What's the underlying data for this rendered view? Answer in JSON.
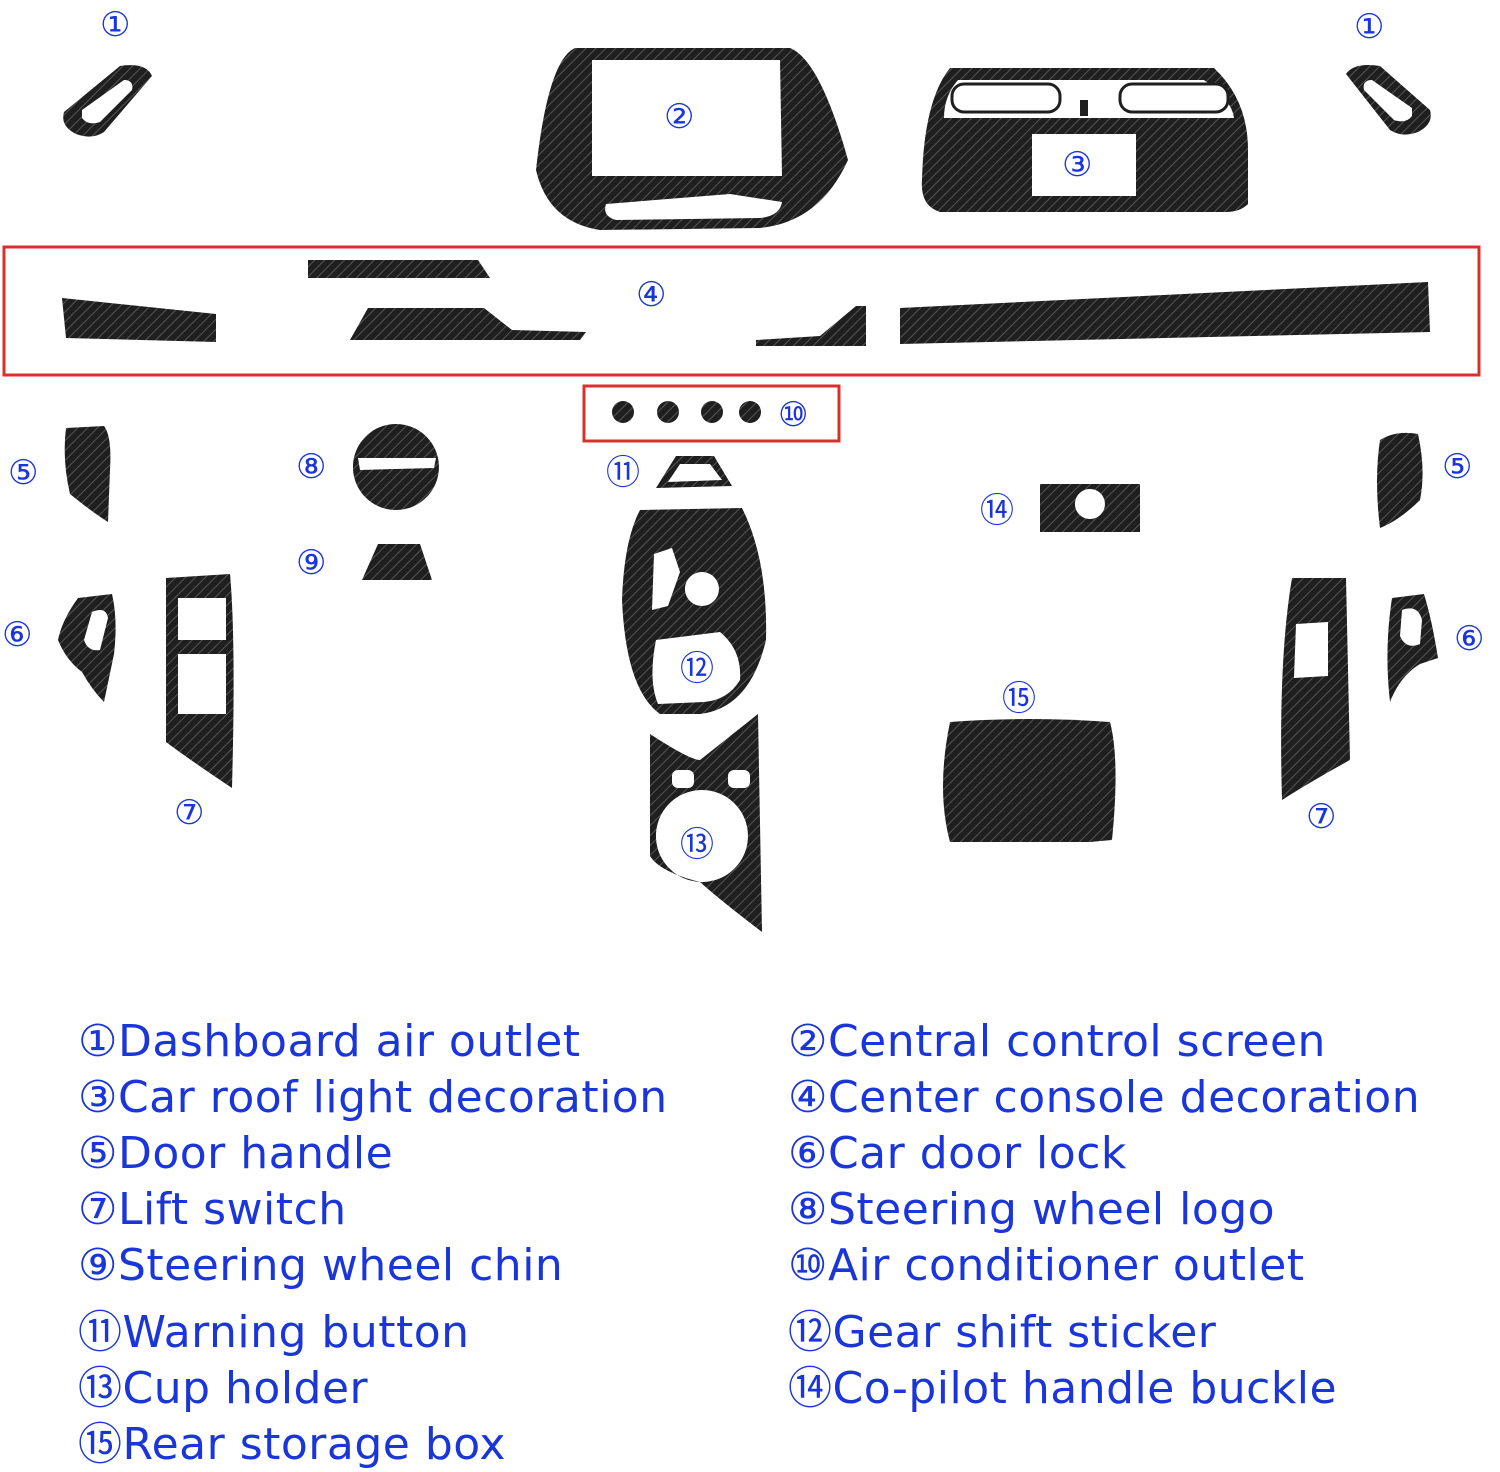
{
  "colors": {
    "accent_blue": "#1a35d9",
    "highlight_red": "#d9302c",
    "carbon_dark": "#1f1f1f",
    "carbon_stripe": "#4a4a4a"
  },
  "callouts": {
    "c1": "①",
    "c2": "②",
    "c3": "③",
    "c4": "④",
    "c5": "⑤",
    "c6": "⑥",
    "c7": "⑦",
    "c8": "⑧",
    "c9": "⑨",
    "c10": "⑩",
    "c11": "⑪",
    "c12": "⑫",
    "c13": "⑬",
    "c14": "⑭",
    "c15": "⑮"
  },
  "legend": {
    "left": [
      "①Dashboard air outlet",
      "③Car roof light decoration",
      "⑤Door handle",
      "⑦Lift switch",
      "⑨Steering wheel chin",
      "⑪Warning button",
      "⑬Cup holder",
      "⑮Rear storage box"
    ],
    "right": [
      "②Central control screen",
      "④Center console decoration",
      "⑥Car door lock",
      "⑧Steering wheel logo",
      "⑩Air conditioner outlet",
      "⑫Gear shift sticker",
      "⑭Co-pilot handle buckle"
    ]
  }
}
